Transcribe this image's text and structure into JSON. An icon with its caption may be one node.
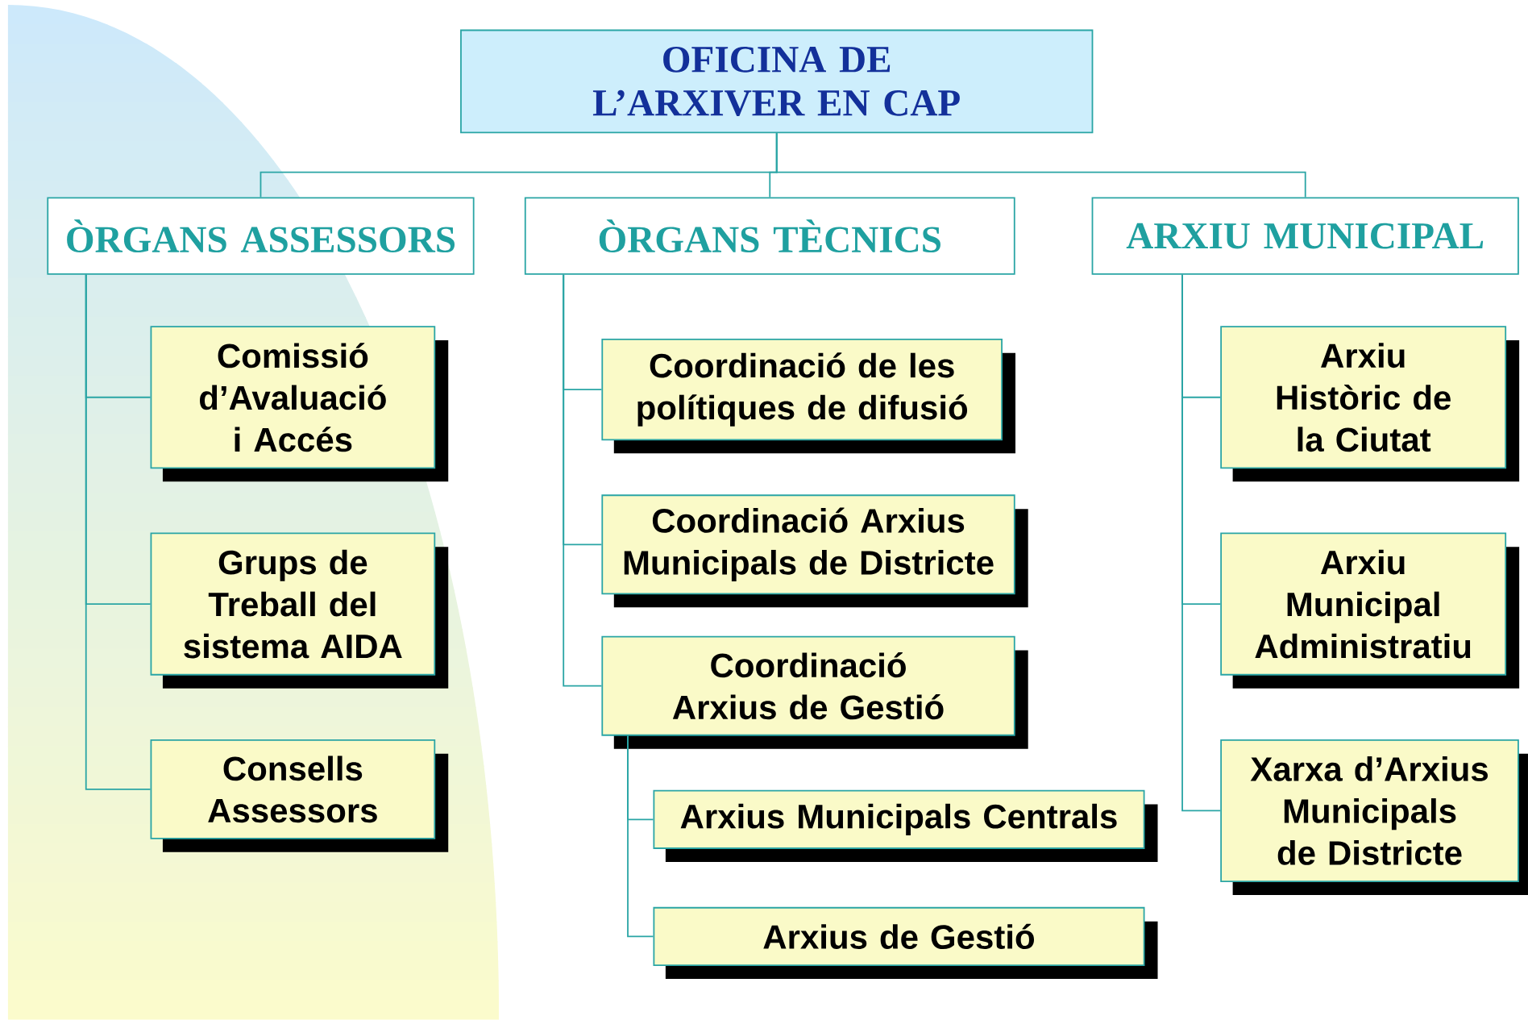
{
  "diagram": {
    "nodes": [
      {
        "text": [
          "OFICINA DE L’ARXIVER EN CAP"
        ]
      },
      {
        "text": [
          "ÒRGANS ASSESSORS"
        ]
      },
      {
        "text": [
          "ÒRGANS TÈCNICS"
        ]
      },
      {
        "text": [
          "ARXIU MUNICIPAL"
        ]
      },
      {
        "text": [
          "Comissió d’Avaluació i Accés"
        ]
      },
      {
        "text": [
          "Grups de Treball del sistema AIDA"
        ]
      },
      {
        "text": [
          "Consells Assessors"
        ]
      },
      {
        "text": [
          "Coordinació de les polítiques de difusió"
        ]
      },
      {
        "text": [
          "Coordinació Arxius Municipals de Districte"
        ]
      },
      {
        "text": [
          "Coordinació Arxius de Gestió"
        ]
      },
      {
        "text": [
          "Arxius Municipals Centrals"
        ]
      },
      {
        "text": [
          "Arxius de Gestió"
        ]
      },
      {
        "text": [
          "Arxiu Històric de la Ciutat"
        ]
      },
      {
        "text": [
          "Arxiu Municipal Administratiu"
        ]
      },
      {
        "text": [
          "Xarxa d’Arxius Municipals de Districte"
        ]
      }
    ],
    "edges": [
      {
        "from": 0,
        "to": 1,
        "arrow": "none"
      },
      {
        "from": 0,
        "to": 2,
        "arrow": "none"
      },
      {
        "from": 0,
        "to": 3,
        "arrow": "none"
      },
      {
        "from": 1,
        "to": 4,
        "arrow": "none"
      },
      {
        "from": 1,
        "to": 5,
        "arrow": "none"
      },
      {
        "from": 1,
        "to": 6,
        "arrow": "none"
      },
      {
        "from": 2,
        "to": 7,
        "arrow": "none"
      },
      {
        "from": 2,
        "to": 8,
        "arrow": "none"
      },
      {
        "from": 2,
        "to": 9,
        "arrow": "none"
      },
      {
        "from": 9,
        "to": 10,
        "arrow": "none"
      },
      {
        "from": 9,
        "to": 11,
        "arrow": "none"
      },
      {
        "from": 3,
        "to": 12,
        "arrow": "none"
      },
      {
        "from": 3,
        "to": 13,
        "arrow": "none"
      },
      {
        "from": 3,
        "to": 14,
        "arrow": "none"
      }
    ]
  }
}
